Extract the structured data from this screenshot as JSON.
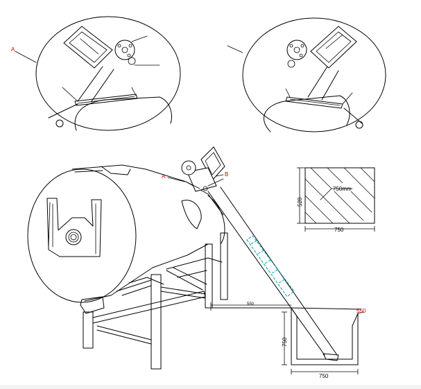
{
  "labels": {
    "detail_left_marker": "A",
    "main_marker_a": "A",
    "main_marker_b": "B"
  },
  "dimensions": {
    "hopper_depth": "750mm",
    "hopper_side_height": "520",
    "hopper_side_width": "750",
    "distance_to_mixer": "550",
    "pit_top_width": "550",
    "pit_height": "750",
    "pit_bottom_width": "750"
  },
  "colors": {
    "line": "#000000",
    "marker_text": "#cc0000",
    "auger_flight": "#00a0b0",
    "underline": "#b8b8b8"
  }
}
